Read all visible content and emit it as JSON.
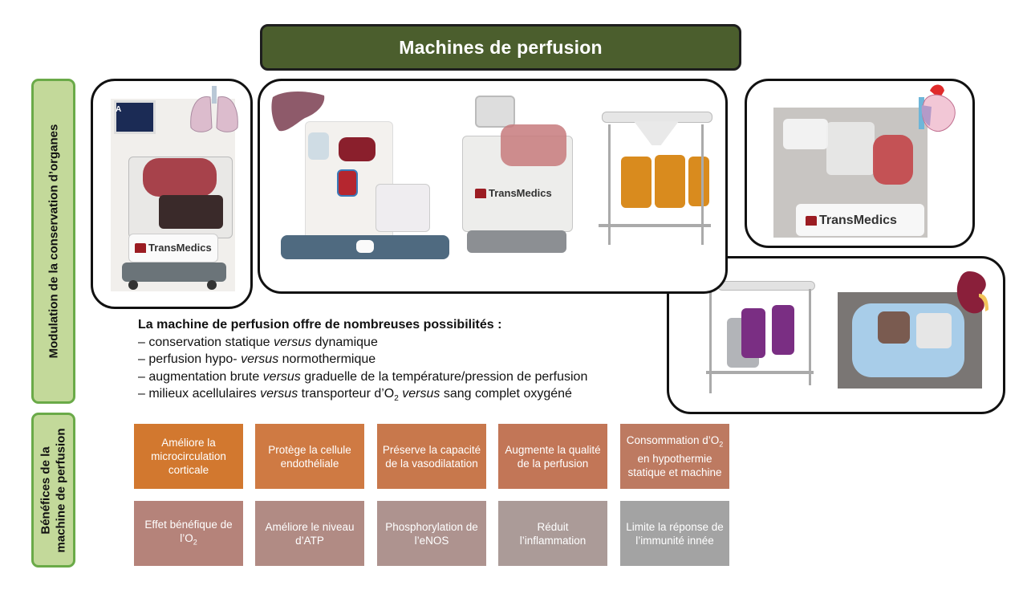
{
  "title": "Machines de perfusion",
  "side_labels": {
    "modulation": "Modulation de la conservation d’organes",
    "benefits_line1": "Bénéfices de la",
    "benefits_line2": "machine de perfusion"
  },
  "panels": [
    {
      "organ": "lung",
      "organ_icon": "lung-icon",
      "devices": [
        {
          "brand": "TransMedics",
          "corner_label": "A"
        }
      ]
    },
    {
      "organ": "liver",
      "organ_icon": "liver-icon",
      "devices": [
        {
          "brand": ""
        },
        {
          "brand": "TransMedics"
        },
        {
          "brand": ""
        }
      ]
    },
    {
      "organ": "heart",
      "organ_icon": "heart-icon",
      "devices": [
        {
          "brand": "TransMedics"
        }
      ]
    },
    {
      "organ": "kidney",
      "organ_icon": "kidney-icon",
      "devices": [
        {
          "brand": ""
        },
        {
          "brand": ""
        }
      ]
    }
  ],
  "description": {
    "heading": "La machine de perfusion offre de nombreuses possibilités :",
    "items": [
      {
        "pre": "– conservation statique ",
        "em": "versus",
        "post": " dynamique"
      },
      {
        "pre": "– perfusion hypo- ",
        "em": "versus",
        "post": " normothermique"
      },
      {
        "pre": "– augmentation brute ",
        "em": "versus",
        "post": " graduelle de la température/pression de perfusion"
      },
      {
        "pre": "– milieux acellulaires ",
        "em": "versus",
        "mid": " transporteur d’O",
        "sub": "2",
        "em2": "versus",
        "post": " sang complet oxygéné"
      }
    ]
  },
  "benefits": {
    "row1": [
      {
        "line1": "Améliore la",
        "line2": "microcirculation",
        "line3": "corticale",
        "color": "#d2782f"
      },
      {
        "line1": "Protège la cellule",
        "line2": "endothéliale",
        "line3": "",
        "color": "#cf7a43"
      },
      {
        "line1": "Préserve la capacité",
        "line2": "de la vasodilatation",
        "line3": "",
        "color": "#c8784c"
      },
      {
        "line1": "Augmente la qualité",
        "line2": "de la perfusion",
        "line3": "",
        "color": "#c27657"
      },
      {
        "line1": "Consommation d’O",
        "line1_sub": "2",
        "line2": "en hypothermie",
        "line3": "statique et machine",
        "color": "#bd7a61"
      }
    ],
    "row2": [
      {
        "line1": "Effet bénéfique de",
        "line2": "l’O",
        "line2_sub": "2",
        "color": "#b5837a"
      },
      {
        "line1": "Améliore le niveau",
        "line2": "d’ATP",
        "color": "#b18b84"
      },
      {
        "line1": "Phosphorylation de",
        "line2": "l’eNOS",
        "color": "#ae938f"
      },
      {
        "line1": "Réduit",
        "line2": "l’inflammation",
        "color": "#ab9b98"
      },
      {
        "line1": "Limite la réponse de",
        "line2": "l’immunité innée",
        "color": "#a3a3a3"
      }
    ]
  }
}
